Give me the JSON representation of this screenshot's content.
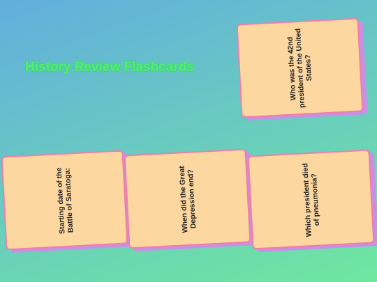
{
  "page": {
    "title": "History Review Flashcards"
  },
  "colors": {
    "title": "#4ef06a",
    "card_face": "#fdd7a0",
    "card_border": "#ef7fa8",
    "card_shadow": "#c98fe4"
  },
  "cards": [
    {
      "question": "Who was the 42nd president of the United States?"
    },
    {
      "question": "Starting date of the Battle of Saratoga:"
    },
    {
      "question": "When did the Great Depression end?"
    },
    {
      "question": "Which president died of pneumonia?"
    }
  ]
}
